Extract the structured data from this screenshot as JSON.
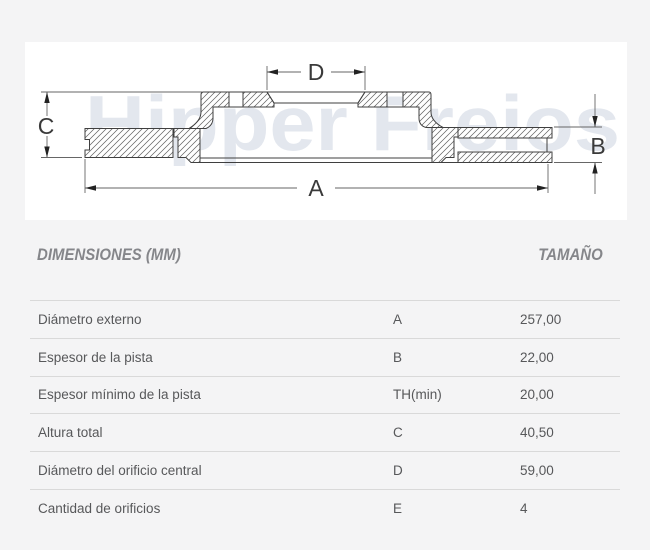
{
  "diagram": {
    "watermark": "Hipper Freios",
    "dim_labels": {
      "a": "A",
      "b": "B",
      "c": "C",
      "d": "D"
    }
  },
  "table": {
    "header": {
      "left": "DIMENSIONES (MM)",
      "right": "TAMAÑO"
    },
    "rows": [
      {
        "label": "Diámetro externo",
        "letter": "A",
        "value": "257,00"
      },
      {
        "label": "Espesor de la pista",
        "letter": "B",
        "value": "22,00"
      },
      {
        "label": "Espesor mínimo de la pista",
        "letter": "TH(min)",
        "value": "20,00"
      },
      {
        "label": "Altura total",
        "letter": "C",
        "value": "40,50"
      },
      {
        "label": "Diámetro del orificio central",
        "letter": "D",
        "value": "59,00"
      },
      {
        "label": "Cantidad de orificios",
        "letter": "E",
        "value": "4"
      }
    ]
  },
  "colors": {
    "page_bg": "#f4f4f5",
    "panel_bg": "#ffffff",
    "outline": "#3f3f3f",
    "dimension_line": "#666666",
    "watermark": "#e3e7ee",
    "header_text": "#85868a",
    "row_text": "#57585a",
    "divider": "#d9d9d9"
  }
}
